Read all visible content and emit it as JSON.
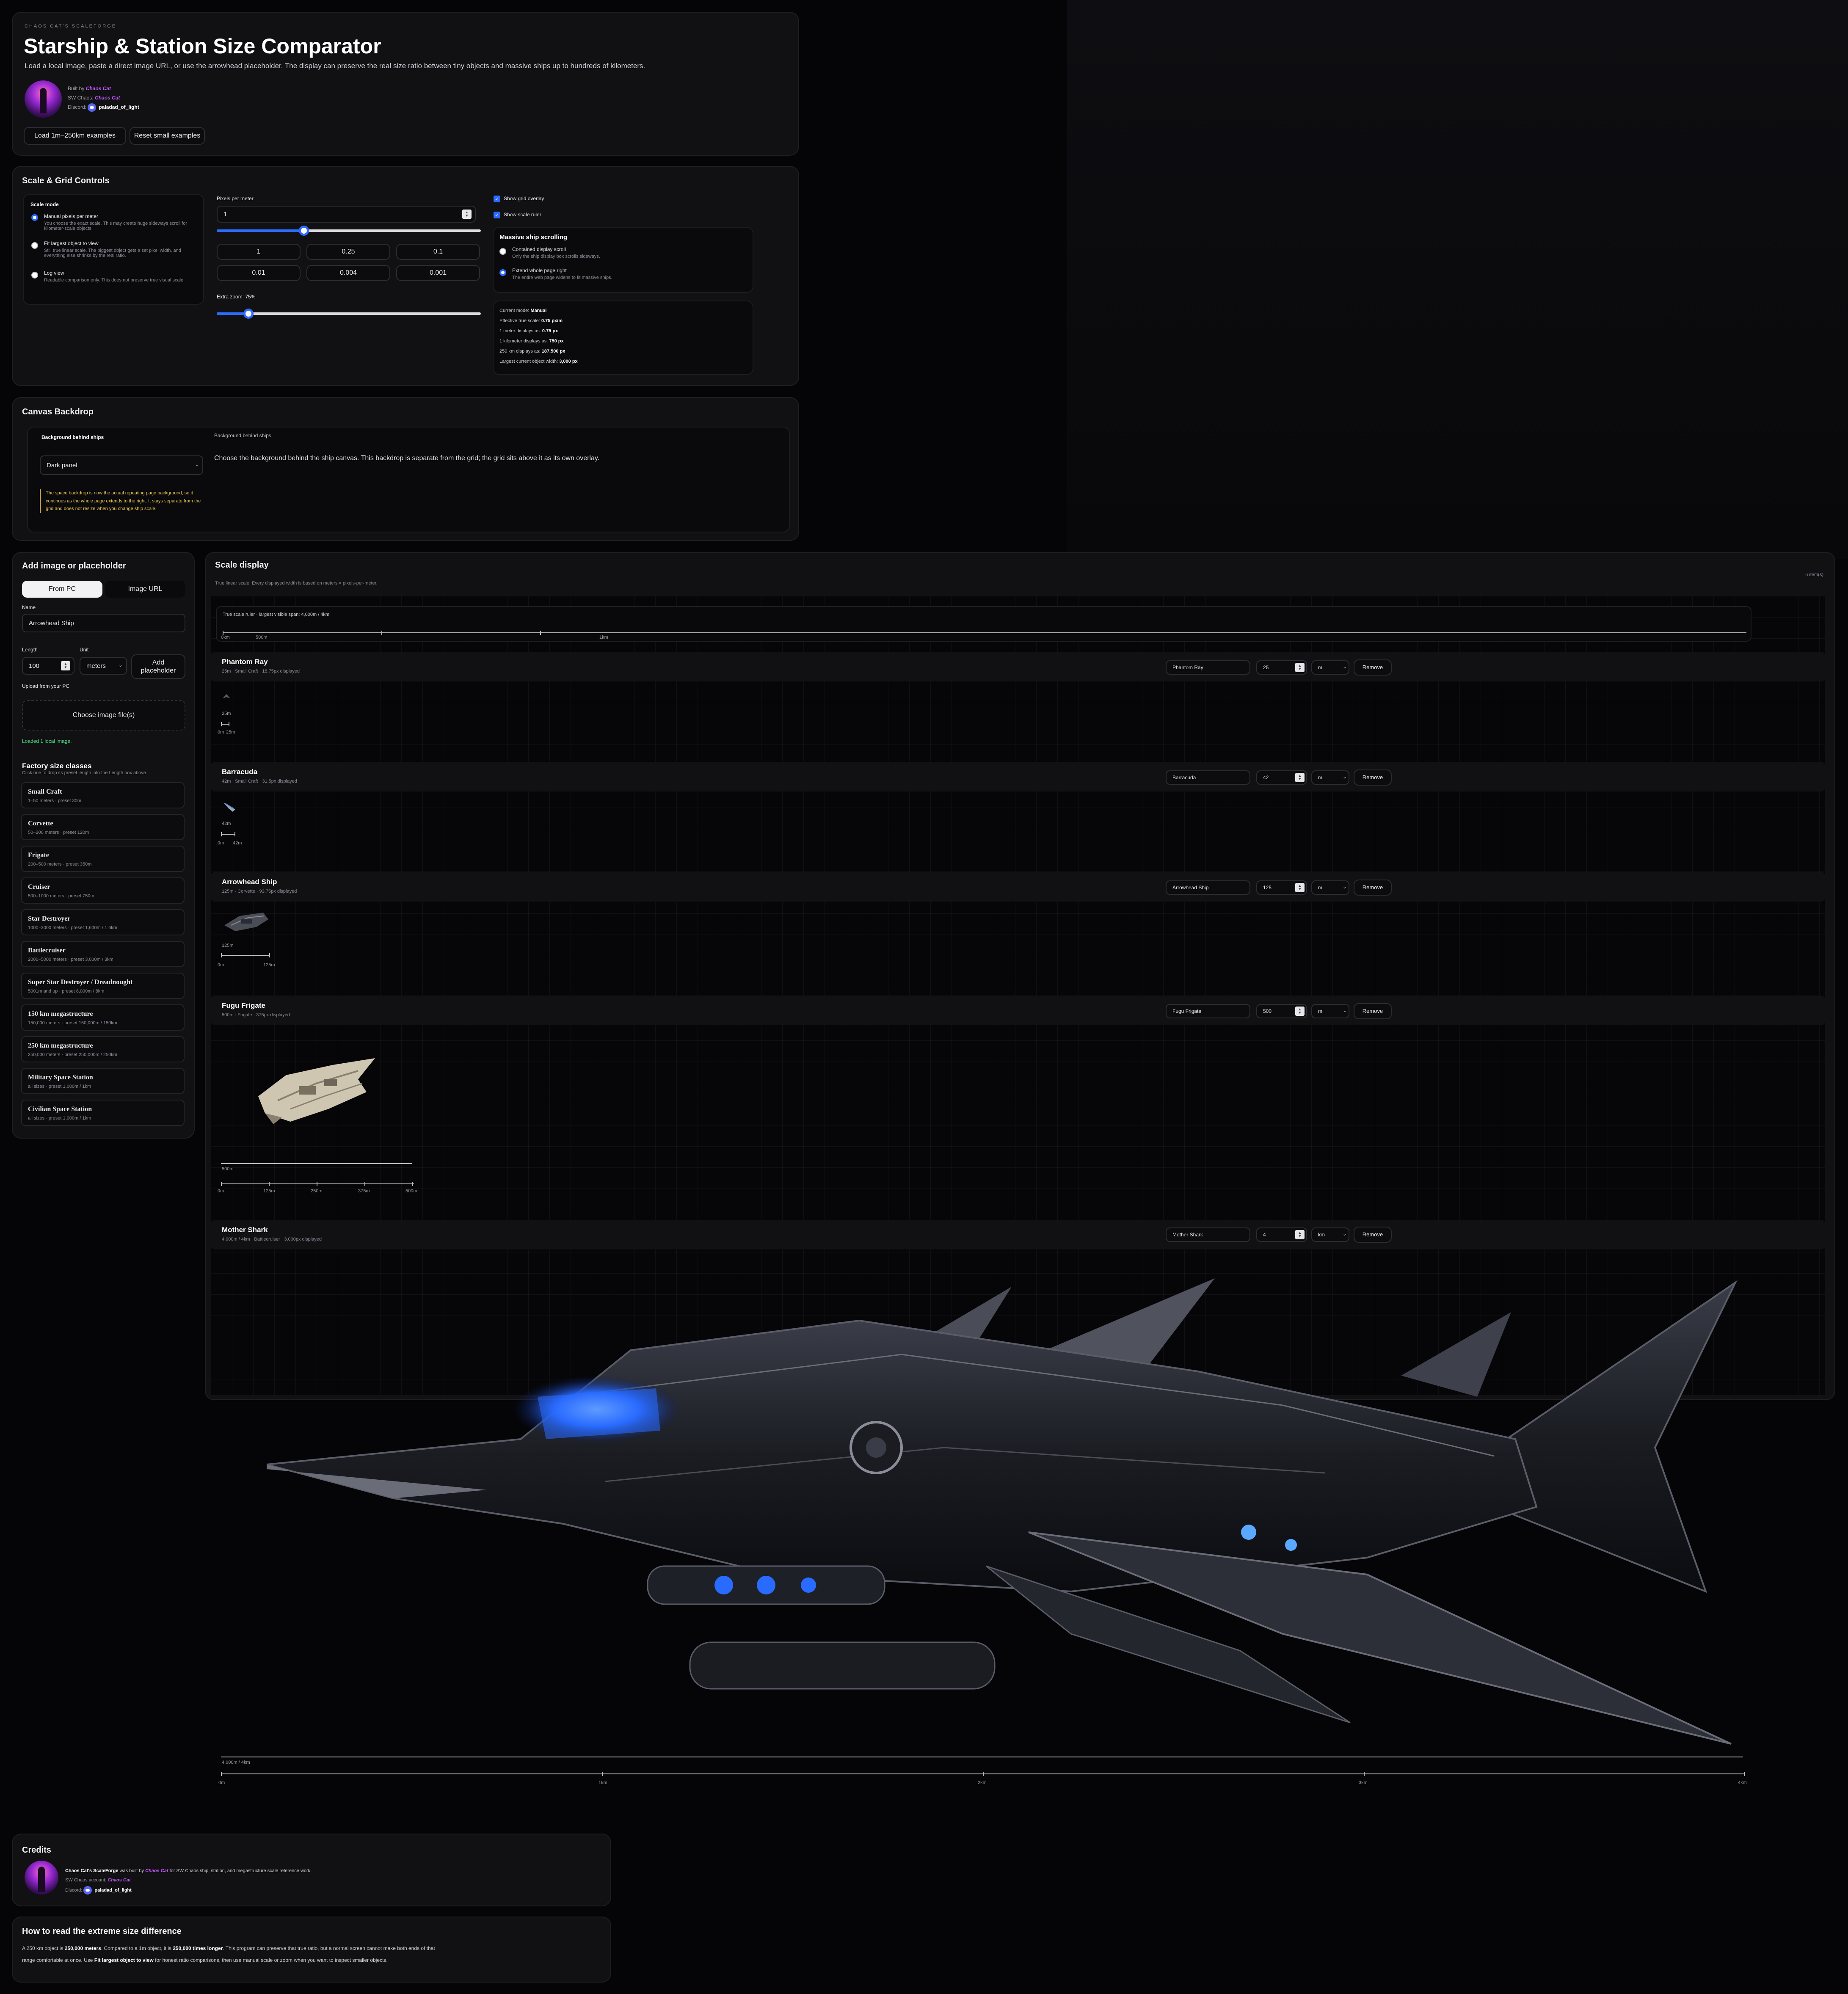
{
  "header": {
    "kicker": "CHAOS CAT'S SCALEFORGE",
    "title": "Starship & Station Size Comparator",
    "subtitle": "Load a local image, paste a direct image URL, or use the arrowhead placeholder. The display can preserve the real size ratio between tiny objects and massive ships up to hundreds of kilometers.",
    "built_by_label": "Built by",
    "built_by_name": "Chaos Cat",
    "sw_label": "SW Chaos:",
    "sw_name": "Chaos Cat",
    "discord_label": "Discord:",
    "discord_name": "paladad_of_light",
    "btn_load": "Load 1m–250km examples",
    "btn_reset": "Reset small examples"
  },
  "scale": {
    "title": "Scale & Grid Controls",
    "mode_title": "Scale mode",
    "modes": [
      {
        "label": "Manual pixels per meter",
        "desc": "You choose the exact scale. This may create huge sideways scroll for kilometer-scale objects.",
        "selected": true
      },
      {
        "label": "Fit largest object to view",
        "desc": "Still true linear scale. The biggest object gets a set pixel width, and everything else shrinks by the real ratio.",
        "selected": false
      },
      {
        "label": "Log view",
        "desc": "Readable comparison only. This does not preserve true visual scale.",
        "selected": false
      }
    ],
    "ppm_label": "Pixels per meter",
    "ppm_value": "1",
    "ppm_slider": 0.33,
    "presets": [
      "1",
      "0.25",
      "0.1",
      "0.01",
      "0.004",
      "0.001"
    ],
    "zoom_label": "Extra zoom: 75%",
    "zoom_slider": 0.12,
    "grid_label": "Show grid overlay",
    "ruler_label": "Show scale ruler",
    "massive_title": "Massive ship scrolling",
    "massive": [
      {
        "label": "Contained display scroll",
        "desc": "Only the ship display box scrolls sideways.",
        "selected": false
      },
      {
        "label": "Extend whole page right",
        "desc": "The entire web page widens to fit massive ships.",
        "selected": true
      }
    ],
    "stats": [
      {
        "label": "Current mode:",
        "value": "Manual"
      },
      {
        "label": "Effective true scale:",
        "value": "0.75 px/m"
      },
      {
        "label": "1 meter displays as:",
        "value": "0.75 px"
      },
      {
        "label": "1 kilometer displays as:",
        "value": "750 px"
      },
      {
        "label": "250 km displays as:",
        "value": "187,500 px"
      },
      {
        "label": "Largest current object width:",
        "value": "3,000 px"
      }
    ]
  },
  "backdrop": {
    "title": "Canvas Backdrop",
    "label": "Background behind ships",
    "select_value": "Dark panel",
    "note": "The space backdrop is now the actual repeating page background, so it continues as the whole page extends to the right. It stays separate from the grid and does not resize when you change ship scale.",
    "right_label": "Background behind ships",
    "right_desc": "Choose the background behind the ship canvas. This backdrop is separate from the grid; the grid sits above it as its own overlay."
  },
  "add": {
    "title": "Add image or placeholder",
    "tab_pc": "From PC",
    "tab_url": "Image URL",
    "name_label": "Name",
    "name_value": "Arrowhead Ship",
    "length_label": "Length",
    "length_value": "100",
    "unit_label": "Unit",
    "unit_value": "meters",
    "add_btn": "Add placeholder",
    "upload_label": "Upload from your PC",
    "choose_btn": "Choose image file(s)",
    "loaded": "Loaded 1 local image.",
    "classes_title": "Factory size classes",
    "classes_hint": "Click one to drop its preset length into the Length box above.",
    "classes": [
      {
        "name": "Small Craft",
        "desc": "1–50 meters · preset 30m"
      },
      {
        "name": "Corvette",
        "desc": "50–200 meters · preset 120m"
      },
      {
        "name": "Frigate",
        "desc": "200–500 meters · preset 350m"
      },
      {
        "name": "Cruiser",
        "desc": "500–1000 meters · preset 750m"
      },
      {
        "name": "Star Destroyer",
        "desc": "1000–3000 meters · preset 1,600m / 1.6km"
      },
      {
        "name": "Battlecruiser",
        "desc": "2000–5000 meters · preset 3,000m / 3km"
      },
      {
        "name": "Super Star Destroyer / Dreadnought",
        "desc": "5001m and up · preset 8,000m / 8km"
      },
      {
        "name": "150 km megastructure",
        "desc": "150,000 meters · preset 150,000m / 150km"
      },
      {
        "name": "250 km megastructure",
        "desc": "250,000 meters · preset 250,000m / 250km"
      },
      {
        "name": "Military Space Station",
        "desc": "all sizes · preset 1,000m / 1km"
      },
      {
        "name": "Civilian Space Station",
        "desc": "all sizes · preset 1,000m / 1km"
      }
    ]
  },
  "display": {
    "title": "Scale display",
    "subtitle": "True linear scale. Every displayed width is based on meters × pixels-per-meter.",
    "count": "5 item(s)",
    "ruler_label": "True scale ruler · largest visible span: 4,000m / 4km",
    "ruler_ticks": [
      "0km",
      "500m",
      "1km"
    ],
    "remove_label": "Remove",
    "items": [
      {
        "name": "Phantom Ray",
        "meta": "25m · Small Craft · 18.75px displayed",
        "len": "25",
        "unit": "m",
        "size_label": "25m",
        "ticks": [
          "0m",
          "25m"
        ]
      },
      {
        "name": "Barracuda",
        "meta": "42m · Small Craft · 31.5px displayed",
        "len": "42",
        "unit": "m",
        "size_label": "42m",
        "ticks": [
          "0m",
          "42m"
        ]
      },
      {
        "name": "Arrowhead Ship",
        "meta": "125m · Corvette · 93.75px displayed",
        "len": "125",
        "unit": "m",
        "size_label": "125m",
        "ticks": [
          "0m",
          "125m"
        ]
      },
      {
        "name": "Fugu Frigate",
        "meta": "500m · Frigate · 375px displayed",
        "len": "500",
        "unit": "m",
        "size_label": "500m",
        "ticks": [
          "0m",
          "125m",
          "250m",
          "375m",
          "500m"
        ]
      },
      {
        "name": "Mother Shark",
        "meta": "4,000m / 4km · Battlecruiser · 3,000px displayed",
        "len": "4",
        "unit": "km",
        "size_label": "4,000m / 4km",
        "ticks": [
          "0m",
          "1km",
          "2km",
          "3km",
          "4km"
        ]
      }
    ]
  },
  "credits": {
    "title": "Credits",
    "app": "Chaos Cat's ScaleForge",
    "was_built": "was built by",
    "name": "Chaos Cat",
    "for": "for SW Chaos ship, station, and megastructure scale reference work.",
    "sw_label": "SW Chaos account:",
    "sw_name": "Chaos Cat",
    "discord_label": "Discord:",
    "discord_name": "paladad_of_light"
  },
  "howto": {
    "title": "How to read the extreme size difference",
    "p1": "A 250 km object is",
    "b1": "250,000 meters",
    "p2": ". Compared to a 1m object, it is",
    "b2": "250,000 times longer",
    "p3": ". This program can preserve that true ratio, but a normal screen cannot make both ends of that",
    "p4": "range comfortable at once. Use",
    "b3": "Fit largest object to view",
    "p5": "for honest ratio comparisons, then use manual scale or zoom when you want to inspect smaller objects."
  },
  "colors": {
    "accent": "#2b6bff",
    "pink": "#c456ff",
    "panel": "#111114",
    "bg": "#050507",
    "note": "#e8c54a",
    "ok": "#4ade80"
  }
}
